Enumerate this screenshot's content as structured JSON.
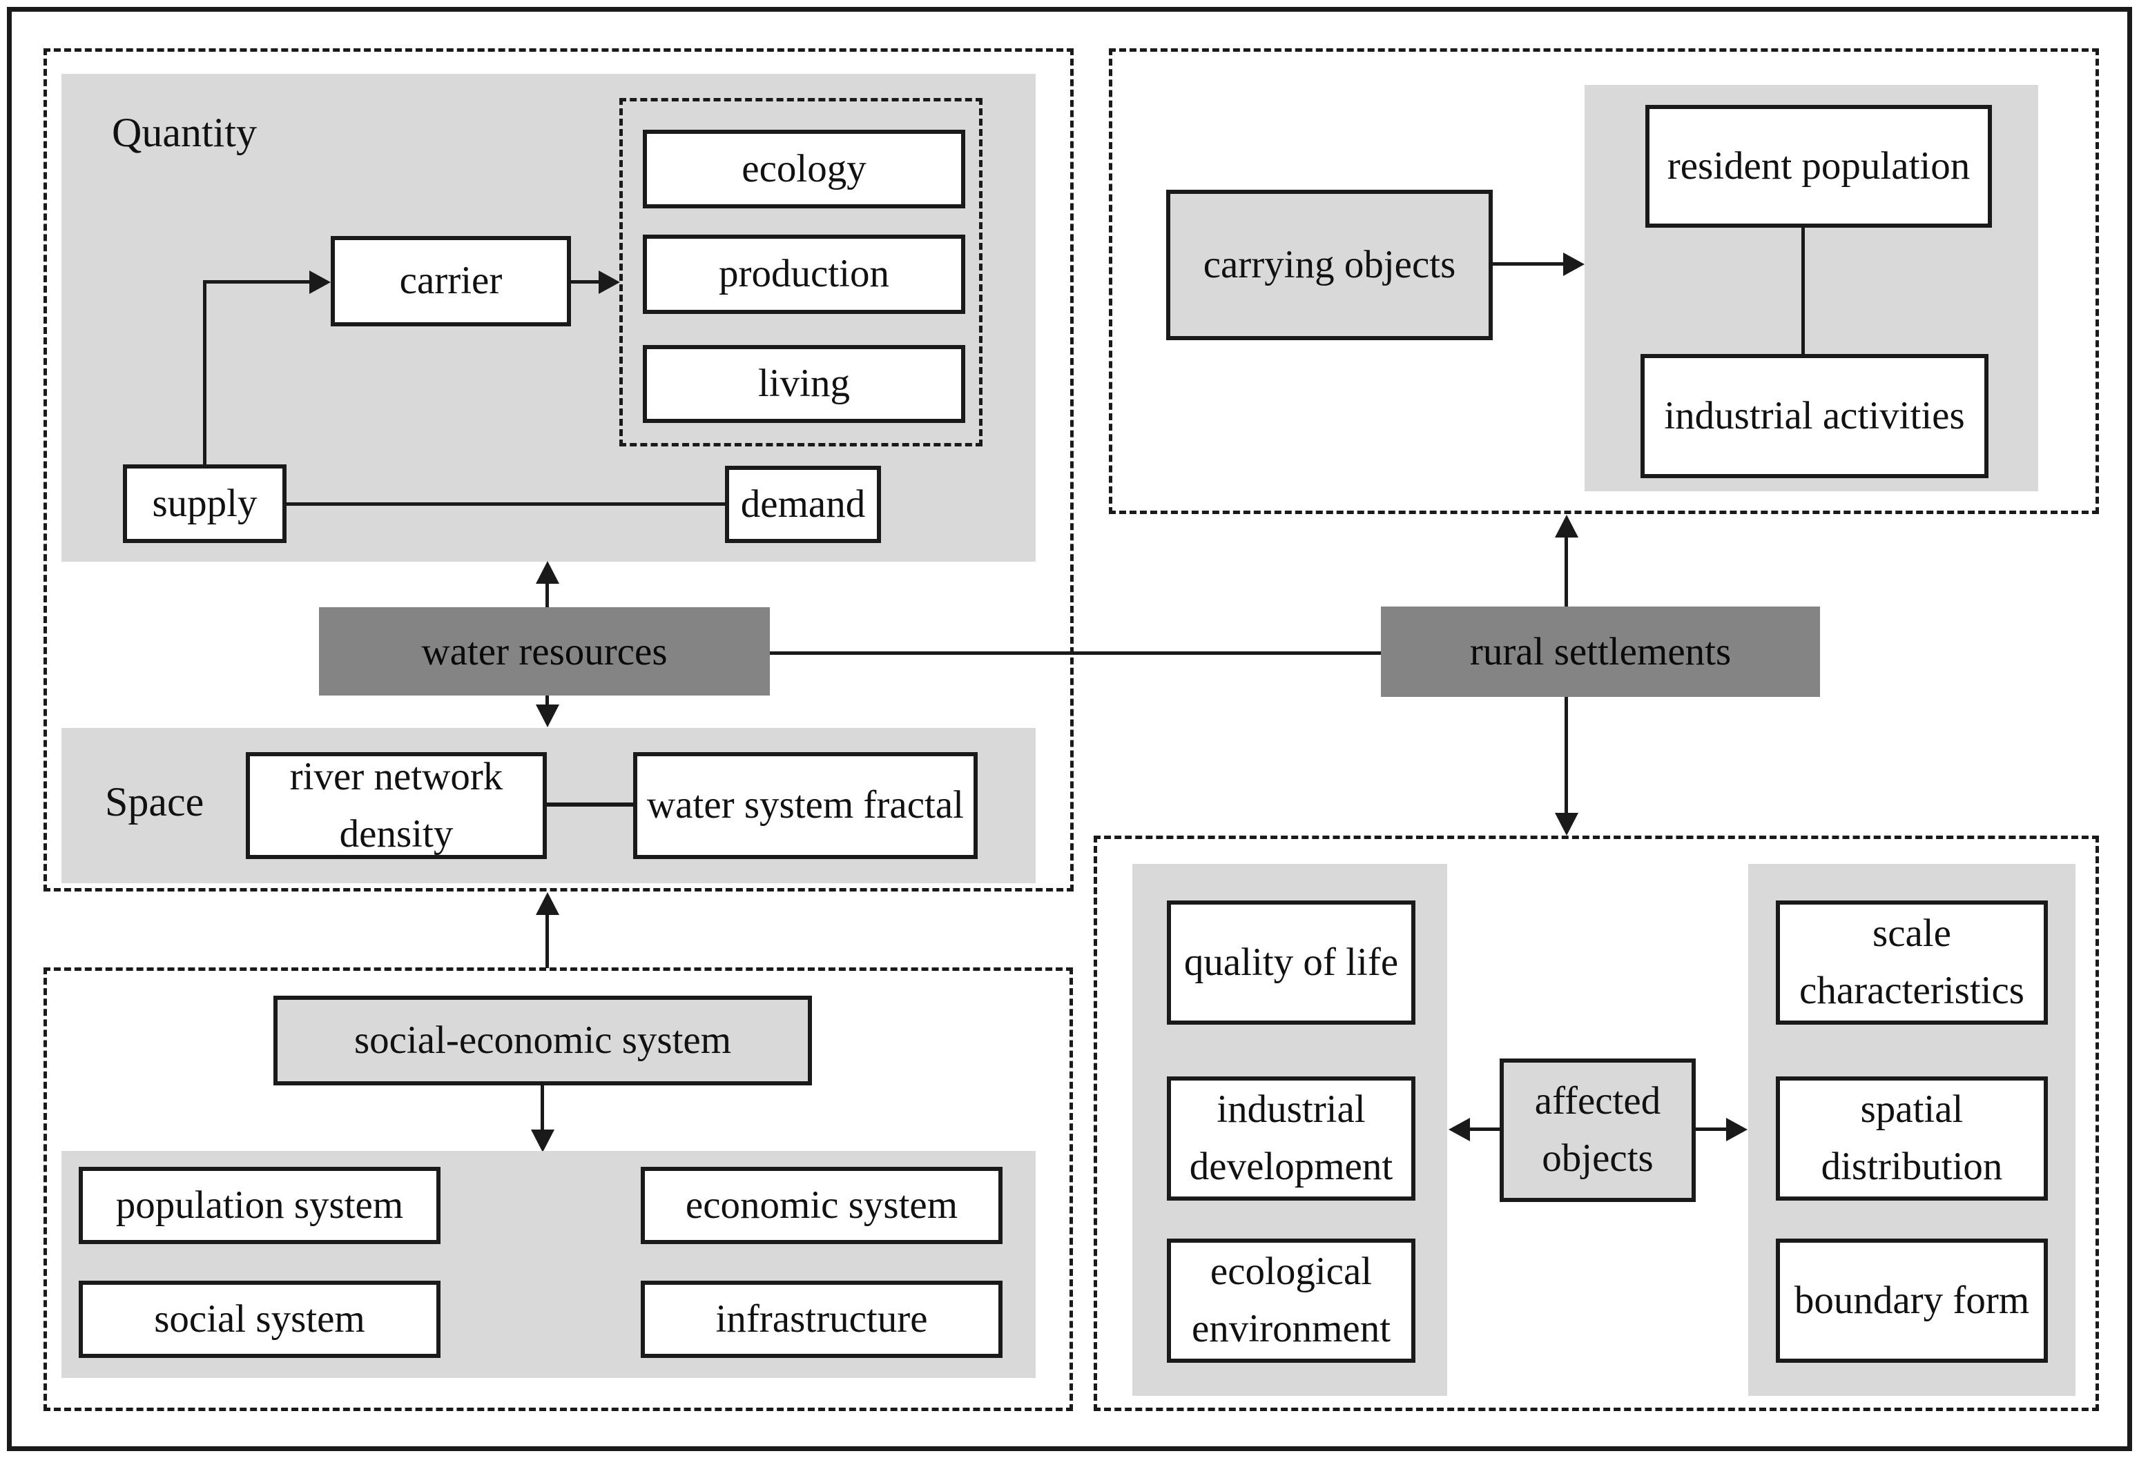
{
  "colors": {
    "panel_gray": "#d9d9d9",
    "hub_dark_gray": "#848484",
    "line_black": "#1a1a1a"
  },
  "diagram": {
    "quantity": {
      "label": "Quantity",
      "carrier": "carrier",
      "ecology": "ecology",
      "production": "production",
      "living": "living",
      "supply": "supply",
      "demand": "demand"
    },
    "space": {
      "label": "Space",
      "river_network_density": "river network density",
      "water_system_fractal": "water system fractal"
    },
    "hubs": {
      "water_resources": "water resources",
      "rural_settlements": "rural settlements"
    },
    "social_economic": {
      "title": "social-economic system",
      "population_system": "population system",
      "economic_system": "economic system",
      "social_system": "social system",
      "infrastructure": "infrastructure"
    },
    "carrying": {
      "title": "carrying objects",
      "resident_population": "resident population",
      "industrial_activities": "industrial activities"
    },
    "affected": {
      "title": "affected objects",
      "quality_of_life": "quality of life",
      "industrial_development": "industrial development",
      "ecological_environment": "ecological environment",
      "scale_characteristics": "scale characteristics",
      "spatial_distribution": "spatial distribution",
      "boundary_form": "boundary form"
    }
  }
}
